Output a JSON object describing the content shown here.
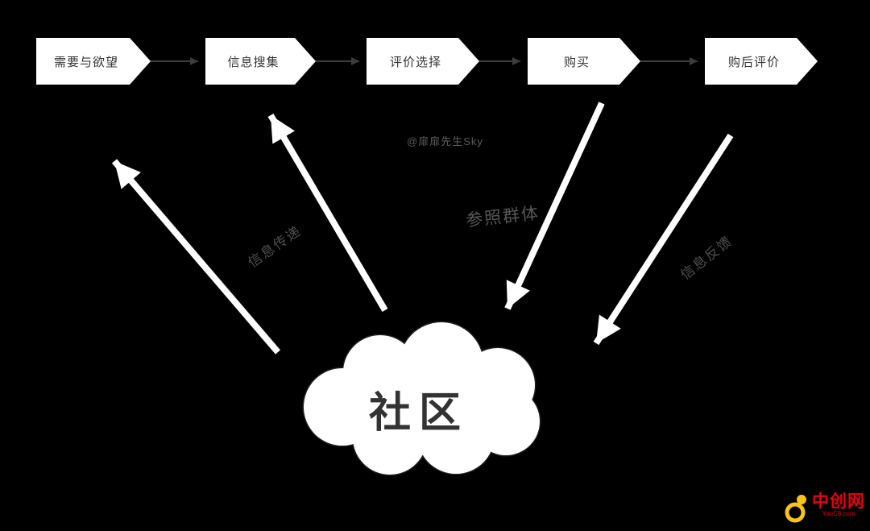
{
  "diagram": {
    "watermark": "@扉扉先生Sky",
    "steps": [
      {
        "label": "需要与欲望"
      },
      {
        "label": "信息搜集"
      },
      {
        "label": "评价选择"
      },
      {
        "label": "购买"
      },
      {
        "label": "购后评价"
      }
    ],
    "cloud_label": "社区",
    "edge_labels": {
      "information_transfer": "信息传递",
      "reference_group": "参照群体",
      "information_feedback": "信息反馈"
    }
  },
  "logo": {
    "title": "中创网",
    "subtitle": "YouC8.com"
  },
  "colors": {
    "background": "#000000",
    "shape_fill": "#ffffff",
    "dark_text": "#333333",
    "edge_label_gray": "#4f4f4f",
    "logo_red": "#e60012",
    "logo_yellow": "#f5c421"
  }
}
